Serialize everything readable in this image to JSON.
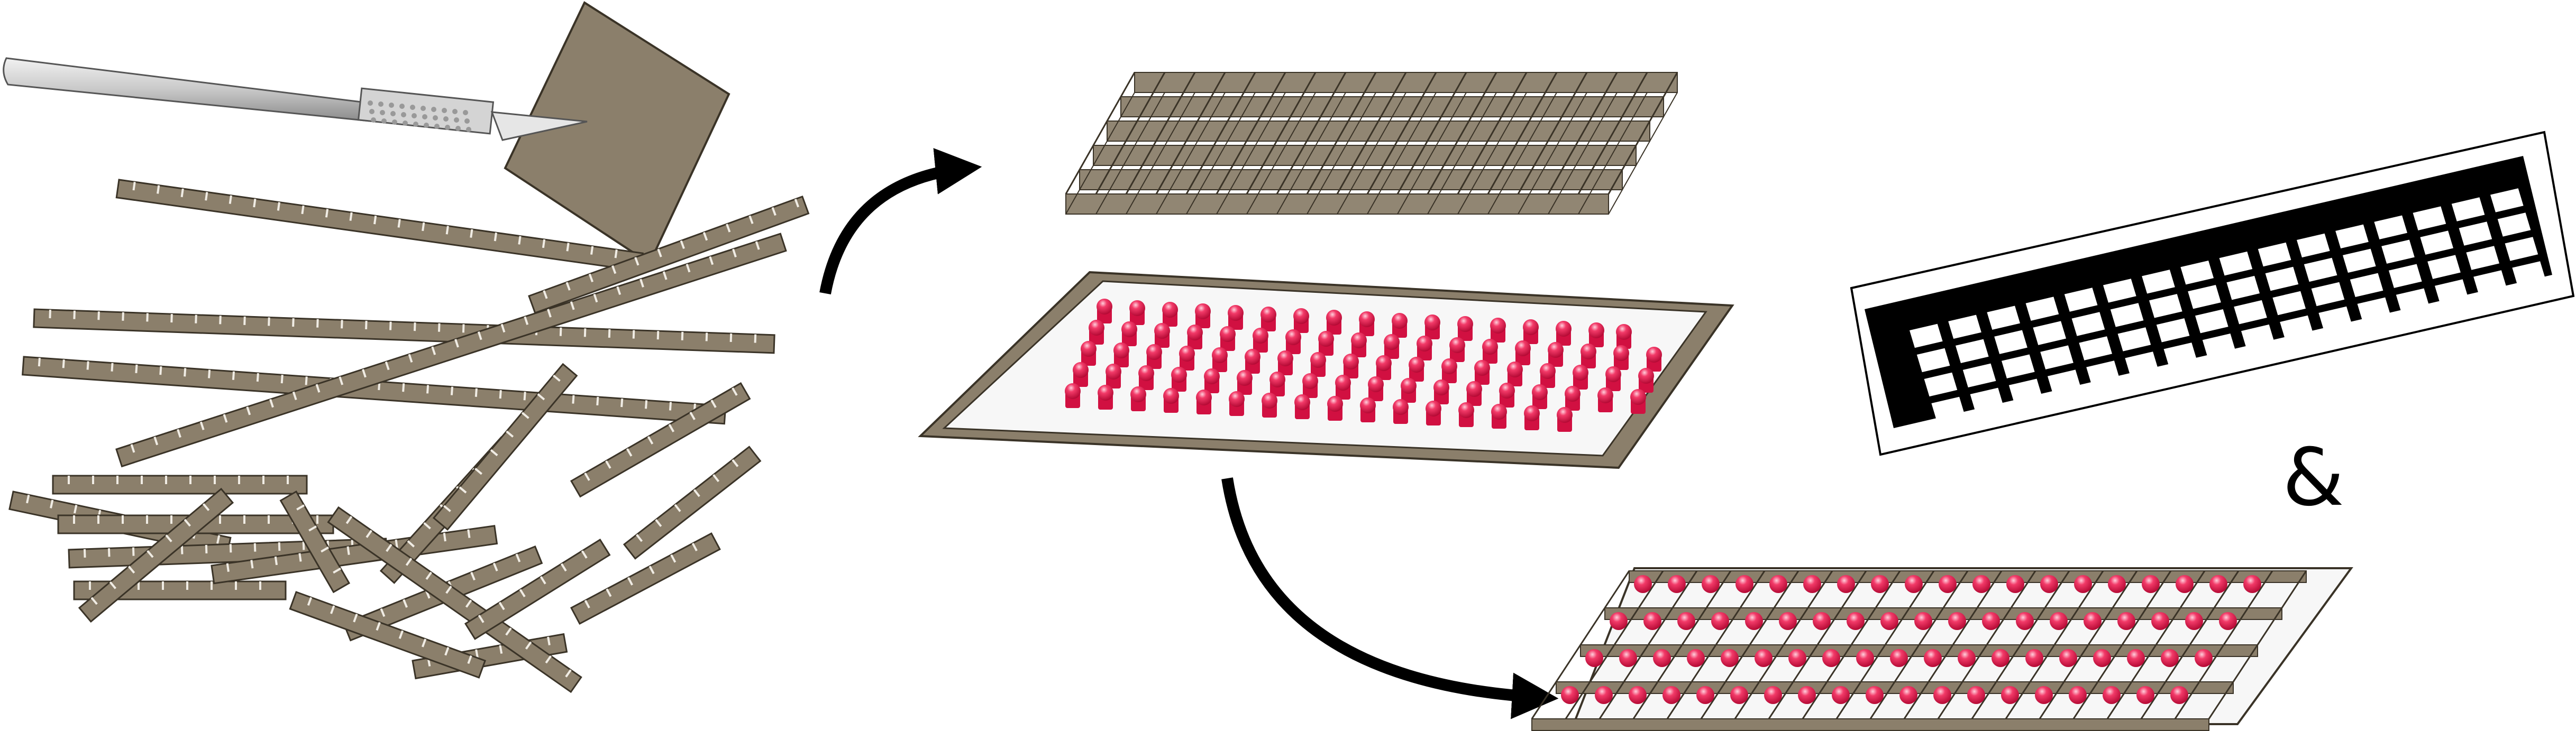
{
  "figure": {
    "connector_symbol": "&",
    "stages": [
      {
        "id": "cut-strips",
        "items": [
          "cardboard-sheet",
          "hobby-knife",
          "notched-strips"
        ]
      },
      {
        "id": "assemble",
        "items": [
          "interlocked-grid",
          "led-board"
        ]
      },
      {
        "id": "result",
        "items": [
          "grid-over-leds",
          "lcd-character-display"
        ]
      }
    ],
    "led_array": {
      "rows": 5,
      "cols": 18
    },
    "display_cells": {
      "rows": 4,
      "cols": 16
    }
  },
  "colors": {
    "cardboard": "#8b7f6b",
    "cardboard_edge": "#3a3327",
    "led": "#e8184a",
    "led_highlight": "#ff8aa8",
    "board": "#f5f5f5",
    "arrow": "#000000",
    "display_frame": "#000000"
  }
}
